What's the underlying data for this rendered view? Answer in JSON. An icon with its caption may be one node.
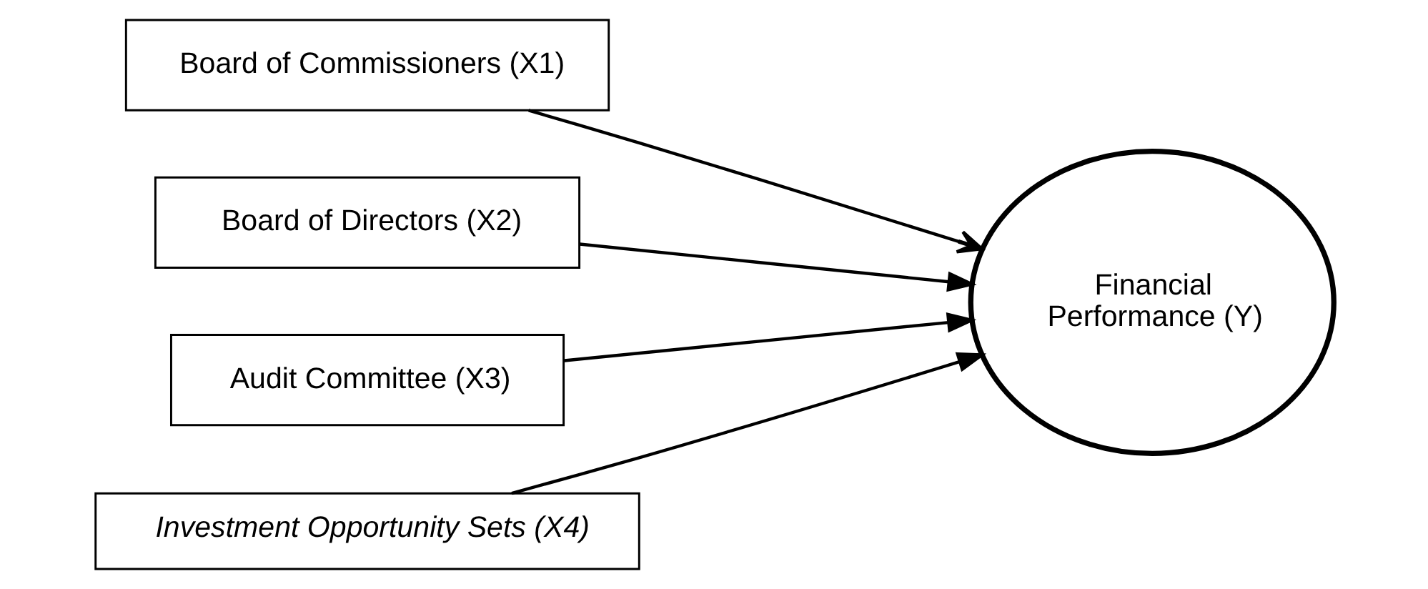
{
  "diagram": {
    "nodes": [
      {
        "text": [
          "Board of Commissioners (X1)"
        ]
      },
      {
        "text": [
          "Board of Directors (X2)"
        ]
      },
      {
        "text": [
          "Audit Committee (X3)"
        ]
      },
      {
        "text": [
          "Investment Opportunity Sets (X4)"
        ]
      },
      {
        "text": [
          "Financial Performance (Y)"
        ]
      }
    ],
    "edges": [
      {
        "from": 0,
        "to": 4,
        "arrow": "to"
      },
      {
        "from": 1,
        "to": 4,
        "arrow": "to"
      },
      {
        "from": 2,
        "to": 4,
        "arrow": "to"
      },
      {
        "from": 3,
        "to": 4,
        "arrow": "to"
      }
    ]
  }
}
